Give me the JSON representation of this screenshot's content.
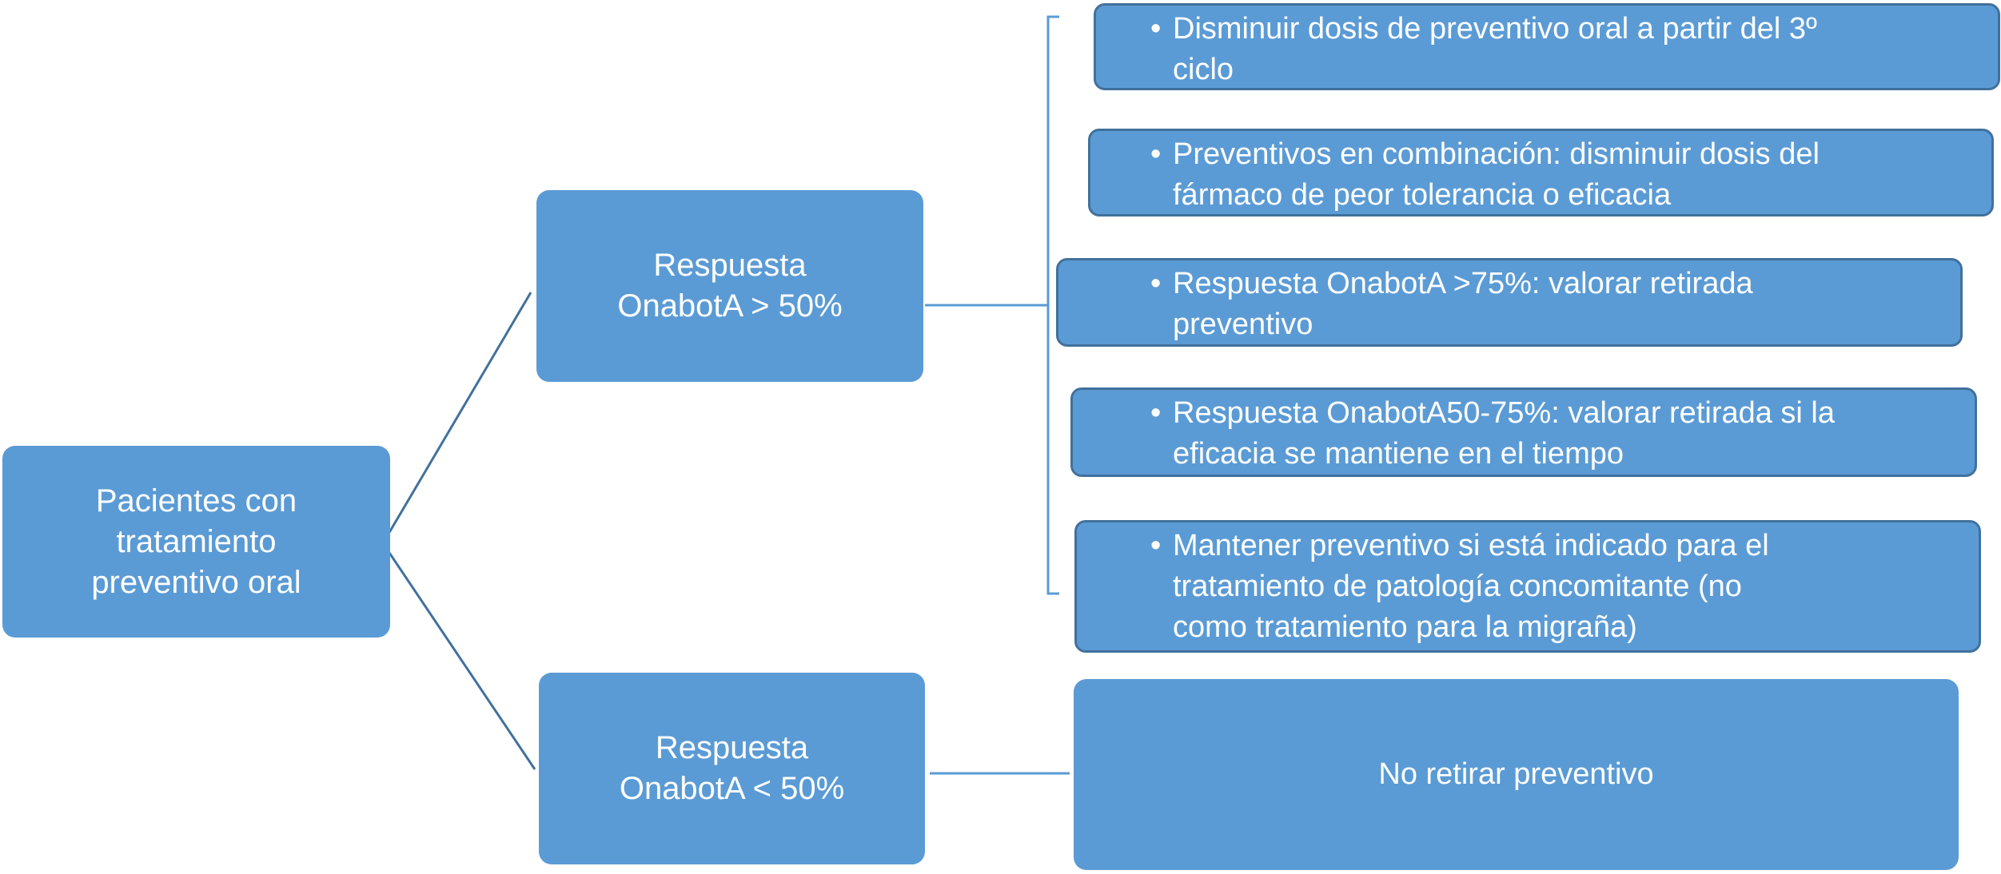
{
  "root": {
    "lines": [
      "Pacientes con",
      "tratamiento",
      "preventivo oral"
    ]
  },
  "branch_high": {
    "lines": [
      "Respuesta",
      "OnabotA > 50%"
    ],
    "items": [
      {
        "lines": [
          "Disminuir dosis de preventivo oral a partir del 3º",
          "ciclo"
        ]
      },
      {
        "lines": [
          "Preventivos en combinación: disminuir dosis del",
          "fármaco de peor tolerancia o eficacia"
        ]
      },
      {
        "lines": [
          "Respuesta OnabotA >75%: valorar retirada",
          "preventivo"
        ]
      },
      {
        "lines": [
          "Respuesta OnabotA50-75%: valorar retirada si la",
          "eficacia se mantiene en el tiempo"
        ]
      },
      {
        "lines": [
          "Mantener preventivo si está indicado para el",
          "tratamiento de patología concomitante (no",
          "como tratamiento para la migraña)"
        ]
      }
    ]
  },
  "branch_low": {
    "lines": [
      "Respuesta",
      "OnabotA < 50%"
    ],
    "outcome": "No retirar preventivo"
  },
  "bullet_char": "•",
  "colors": {
    "box_fill": "#5b9bd5",
    "box_border": "#41719c",
    "connector": "#41719c",
    "text": "#ffffff"
  }
}
